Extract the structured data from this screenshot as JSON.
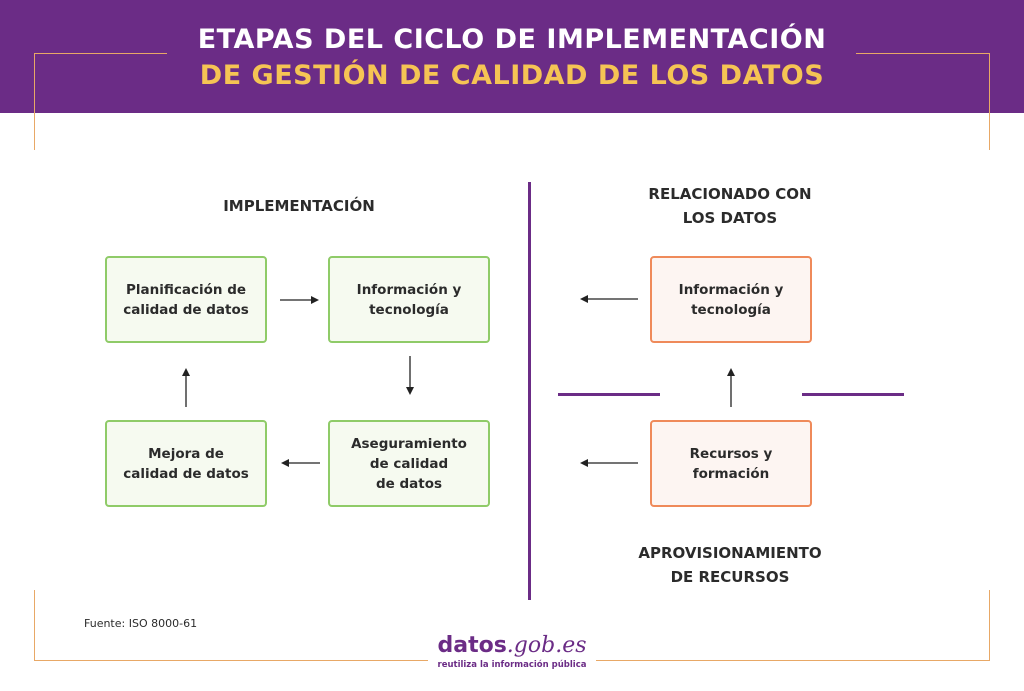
{
  "header": {
    "title_line1": "ETAPAS DEL CICLO DE IMPLEMENTACIÓN",
    "title_line2": "DE GESTIÓN DE CALIDAD DE LOS DATOS"
  },
  "left": {
    "heading": "IMPLEMENTACIÓN",
    "boxes": {
      "planning": "Planificación de\ncalidad de datos",
      "info_tech": "Información y\ntecnología",
      "assurance": "Aseguramiento\nde calidad\nde datos",
      "improvement": "Mejora de\ncalidad de datos"
    }
  },
  "right": {
    "heading_top": "RELACIONADO CON\nLOS DATOS",
    "heading_bottom": "APROVISIONAMIENTO\nDE RECURSOS",
    "boxes": {
      "info_tech": "Información y\ntecnología",
      "resources": "Recursos y\nformación"
    }
  },
  "footer": {
    "source": "Fuente: ISO 8000-61",
    "logo_main": "datos",
    "logo_domain": ".gob.es",
    "logo_tagline": "reutiliza la información pública"
  },
  "colors": {
    "purple": "#6b2c86",
    "yellow": "#f5c454",
    "green_border": "#8fcb68",
    "orange_border": "#ef8a5a",
    "frame_line": "#e8a866"
  }
}
